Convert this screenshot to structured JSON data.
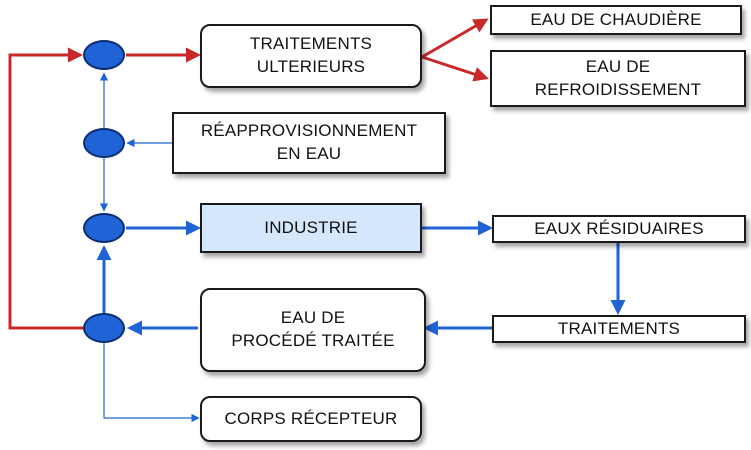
{
  "colors": {
    "blue": "#1f63d6",
    "red": "#c8282a",
    "industry_fill": "#d4e7fb"
  },
  "boxes": {
    "traitements_ulterieurs": "TRAITEMENTS\nULTERIEURS",
    "eau_chaudiere": "EAU DE CHAUDIÈRE",
    "eau_refroidissement": "EAU  DE\nREFROIDISSEMENT",
    "reapprovisionnement": "RÉAPPROVISIONNEMENT\nEN  EAU",
    "industrie": "INDUSTRIE",
    "eaux_residuaires": "EAUX RÉSIDUAIRES",
    "traitements": "TRAITEMENTS",
    "eau_procede": "EAU DE\nPROCÉDÉ  TRAITÉE",
    "corps_recepteur": "CORPS RÉCEPTEUR"
  }
}
